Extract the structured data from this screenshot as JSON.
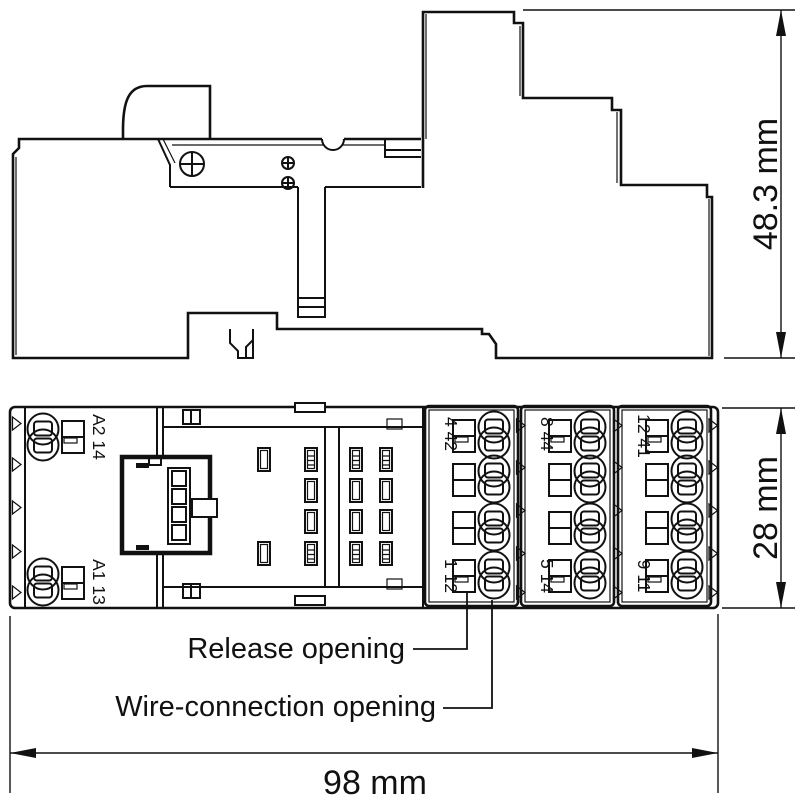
{
  "drawing": {
    "side_view": {
      "height_dim": "48.3 mm"
    },
    "front_view": {
      "height_dim": "28 mm",
      "width_dim": "98 mm",
      "coil_terminals": {
        "top": "A2 14",
        "bottom": "A1 13"
      },
      "blocks": [
        {
          "top": "4 42",
          "bottom": "1 12"
        },
        {
          "top": "8 44",
          "bottom": "5 14"
        },
        {
          "top": "12 41",
          "bottom": "9 11"
        }
      ]
    },
    "annotations": {
      "release": "Release opening",
      "wire": "Wire-connection opening"
    },
    "colors": {
      "line": "#111111",
      "background": "#ffffff"
    }
  }
}
